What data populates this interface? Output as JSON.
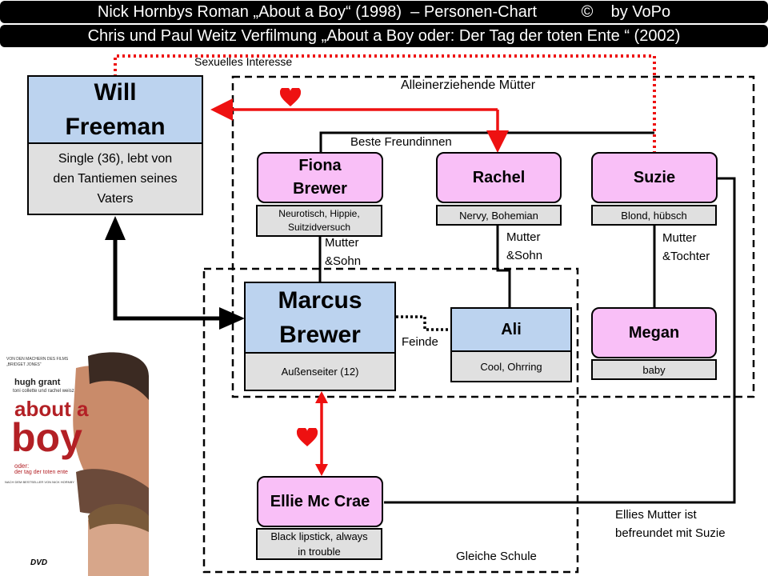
{
  "header": {
    "line1": "Nick Hornbys Roman „About a Boy“ (1998)  – Personen-Chart          ©    by VoPo",
    "line2": "Chris und Paul Weitz Verfilmung „About a Boy oder: Der Tag der toten Ente “ (2002)"
  },
  "groups": {
    "single_mothers": "Alleinerziehende  Mütter",
    "same_school": "Gleiche Schule"
  },
  "people": {
    "will": {
      "name_line1": "Will",
      "name_line2": "Freeman",
      "desc_line1": "Single (36), lebt von",
      "desc_line2": "den Tantiemen seines",
      "desc_line3": "Vaters"
    },
    "fiona": {
      "name_line1": "Fiona",
      "name_line2": "Brewer",
      "desc_line1": "Neurotisch, Hippie,",
      "desc_line2": "Suitzidversuch"
    },
    "rachel": {
      "name": "Rachel",
      "desc": "Nervy, Bohemian"
    },
    "suzie": {
      "name": "Suzie",
      "desc": "Blond, hübsch"
    },
    "marcus": {
      "name_line1": "Marcus",
      "name_line2": "Brewer",
      "desc": "Außenseiter (12)"
    },
    "ali": {
      "name": "Ali",
      "desc": "Cool, Ohrring"
    },
    "megan": {
      "name": "Megan",
      "desc": "baby"
    },
    "ellie": {
      "name": "Ellie Mc Crae",
      "desc_line1": "Black lipstick, always",
      "desc_line2": "in trouble"
    }
  },
  "relations": {
    "sexual_interest": "Sexuelles Interesse",
    "best_friends": "Beste Freundinnen",
    "fiona_marcus_line1": "Mutter",
    "fiona_marcus_line2": "&Sohn",
    "rachel_ali_line1": "Mutter",
    "rachel_ali_line2": "&Sohn",
    "suzie_megan_line1": "Mutter",
    "suzie_megan_line2": "&Tochter",
    "enemies": "Feinde",
    "ellie_suzie_line1": "Ellies Mutter ist",
    "ellie_suzie_line2": "befreundet mit Suzie"
  },
  "poster": {
    "top_credits": "VON DEN MACHERN DES FILMS „BRIDGET JONES“",
    "actor1": "hugh grant",
    "actors2": "toni collette und rachel weisz",
    "title_line1": "about a",
    "title_line2": "boy",
    "subtitle_line1": "oder:",
    "subtitle_line2": "der tag der toten ente",
    "bottom_credits": "NACH DEM BESTSELLER VON NICK HORNBY",
    "dvd": "DVD"
  },
  "colors": {
    "relation_red": "#ee1111",
    "person_blue": "#bcd3ef",
    "person_pink": "#f9bff7",
    "desc_grey": "#e0e0e0",
    "poster_red": "#b32025"
  }
}
